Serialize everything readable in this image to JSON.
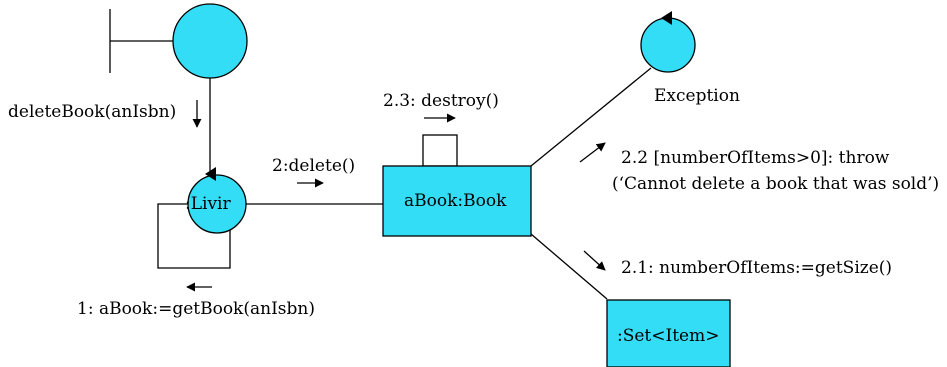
{
  "colors": {
    "fill": "#33ddf5",
    "stroke": "#000000",
    "background": "#ffffff"
  },
  "nodes": {
    "boundary": {
      "label": ""
    },
    "livir": {
      "label": ":Livir"
    },
    "exception": {
      "label": "Exception"
    },
    "abook": {
      "label": "aBook:Book"
    },
    "set": {
      "label": ":Set<Item>"
    }
  },
  "messages": {
    "delete_book": "deleteBook(anIsbn)",
    "get_book": "1: aBook:=getBook(anIsbn)",
    "delete": "2:delete()",
    "destroy": "2.3: destroy()",
    "throw_line1": "2.2 [numberOfItems>0]: throw",
    "throw_line2": "(‘Cannot delete a book that was sold’)",
    "get_size": "2.1: numberOfItems:=getSize()"
  }
}
